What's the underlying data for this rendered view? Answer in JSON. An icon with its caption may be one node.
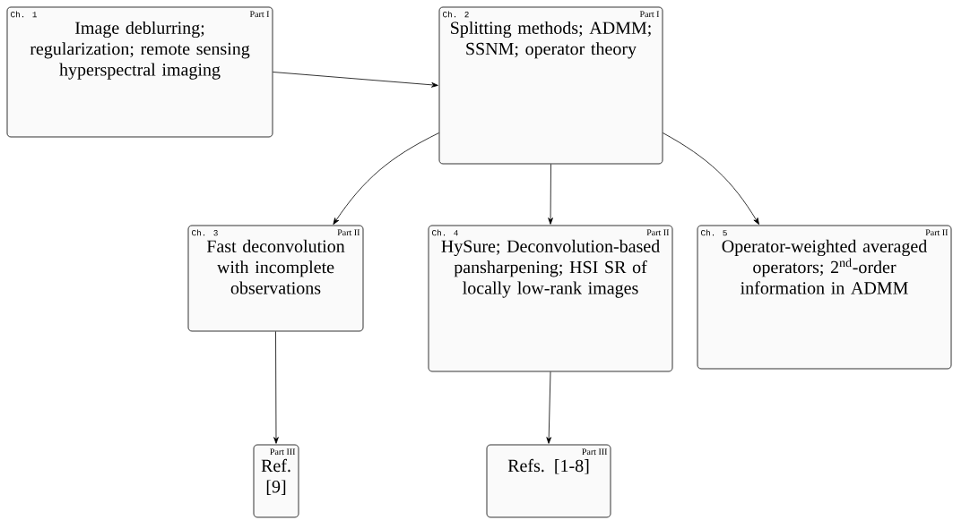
{
  "diagram": {
    "nodes": [
      {
        "text": [
          "Ch. 1",
          "Part I",
          "Image deblurring; regularization; remote sensing hyperspectral imaging"
        ]
      },
      {
        "text": [
          "Ch. 2",
          "Part I",
          "Splitting methods; ADMM; SSNM; operator theory"
        ]
      },
      {
        "text": [
          "Ch. 3",
          "Part II",
          "Fast deconvolution with incomplete observations"
        ]
      },
      {
        "text": [
          "Ch. 4",
          "Part II",
          "HySure; Deconvolution-based pansharpening; HSI SR of locally low-rank images"
        ]
      },
      {
        "text": [
          "Ch. 5",
          "Part II",
          "Operator-weighted averaged operators; 2$^{nd}$-order information in ADMM"
        ]
      },
      {
        "text": [
          "Part III",
          "Ref. [9]"
        ]
      },
      {
        "text": [
          "Part III",
          "Refs. [1-8]"
        ]
      }
    ],
    "edges": [
      {
        "from": 0,
        "to": 1,
        "arrow": "to"
      },
      {
        "from": 1,
        "to": 2,
        "arrow": "to"
      },
      {
        "from": 1,
        "to": 3,
        "arrow": "to"
      },
      {
        "from": 1,
        "to": 4,
        "arrow": "to"
      },
      {
        "from": 2,
        "to": 5,
        "arrow": "to"
      },
      {
        "from": 3,
        "to": 6,
        "arrow": "to"
      }
    ]
  }
}
